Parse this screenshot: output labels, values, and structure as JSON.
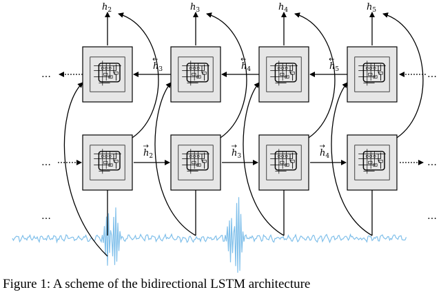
{
  "diagram": {
    "output_labels": [
      {
        "base": "h",
        "sub": "2"
      },
      {
        "base": "h",
        "sub": "3"
      },
      {
        "base": "h",
        "sub": "4"
      },
      {
        "base": "h",
        "sub": "5"
      }
    ],
    "backward_labels": [
      {
        "base": "h",
        "sub": "3"
      },
      {
        "base": "h",
        "sub": "4"
      },
      {
        "base": "h",
        "sub": "5"
      }
    ],
    "forward_labels": [
      {
        "base": "h",
        "sub": "2"
      },
      {
        "base": "h",
        "sub": "3"
      },
      {
        "base": "h",
        "sub": "4"
      }
    ],
    "ellipsis": "…",
    "caption": "Figure 1: A scheme of the bidirectional LSTM architecture",
    "colors": {
      "signal": "#7fbfea",
      "stroke": "#000000",
      "cell_fill": "#e6e6e6"
    }
  }
}
